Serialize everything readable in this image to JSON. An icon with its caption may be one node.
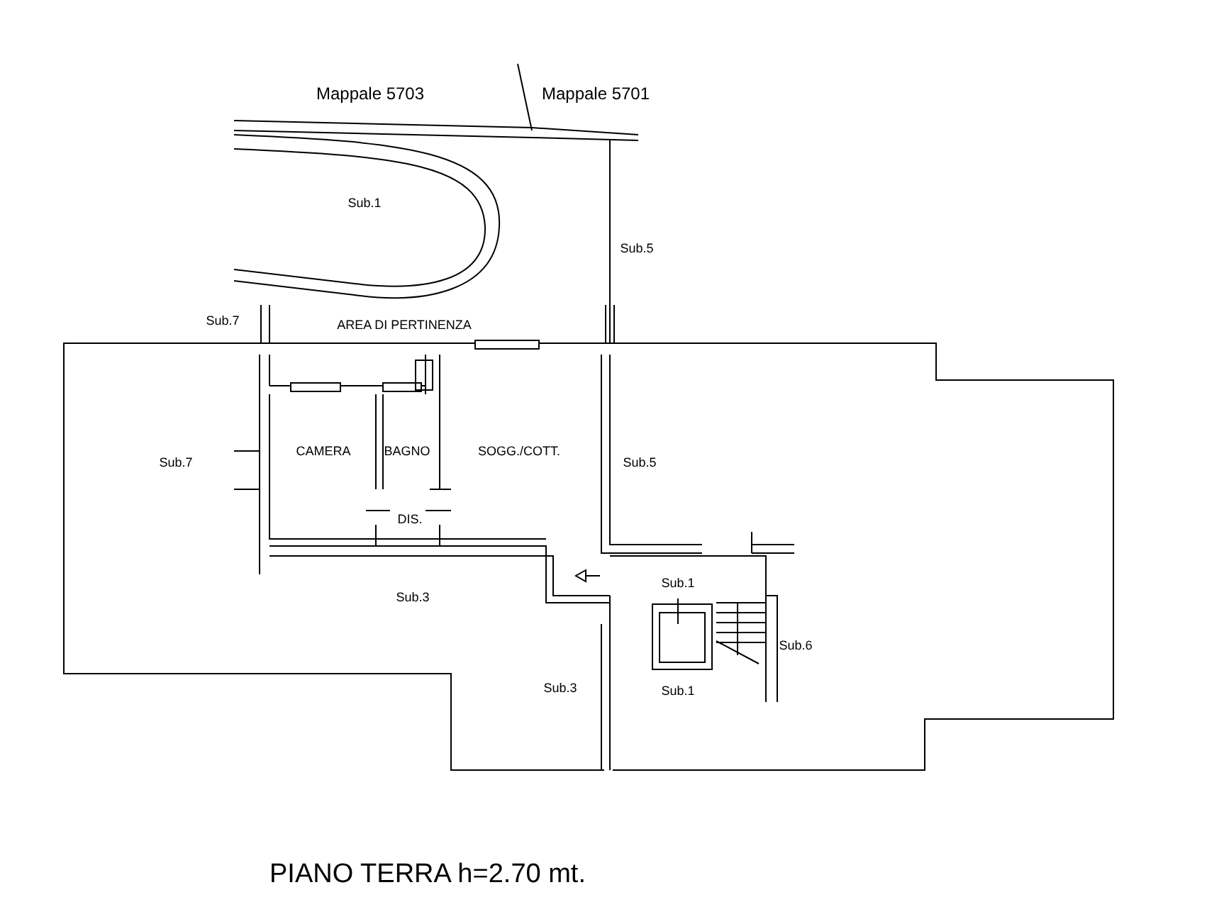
{
  "diagram": {
    "caption": "PIANO TERRA h=2.70 mt.",
    "labels": [
      "Mappale 5703",
      "Mappale 5701",
      "Sub.1",
      "Sub.5",
      "Sub.7",
      "AREA DI PERTINENZA",
      "Sub.7",
      "CAMERA",
      "BAGNO",
      "SOGG./COTT.",
      "Sub.5",
      "DIS.",
      "Sub.1",
      "Sub.3",
      "Sub.6",
      "Sub.3",
      "Sub.1"
    ]
  }
}
